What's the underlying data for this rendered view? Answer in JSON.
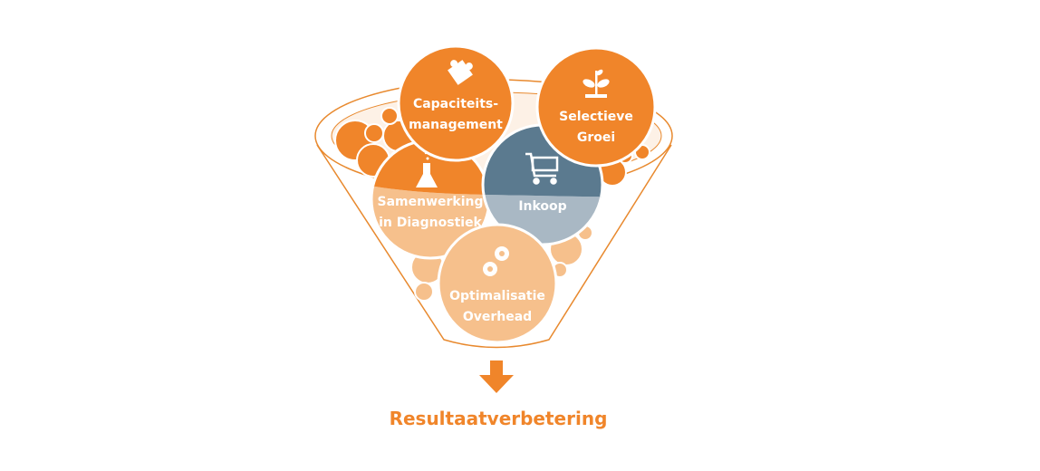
{
  "diagram": {
    "funnel_items": [
      {
        "id": "capaciteit",
        "lines": [
          "Capaciteits-",
          "management"
        ],
        "icon": "puzzle-icon"
      },
      {
        "id": "groei",
        "lines": [
          "Selectieve",
          "Groei"
        ],
        "icon": "plant-icon"
      },
      {
        "id": "inkoop",
        "lines": [
          "Inkoop"
        ],
        "icon": "shopping-cart-icon"
      },
      {
        "id": "diagnostiek",
        "lines": [
          "Samenwerking",
          "in Diagnostiek"
        ],
        "icon": "flask-icon"
      },
      {
        "id": "overhead",
        "lines": [
          "Optimalisatie",
          "Overhead"
        ],
        "icon": "gears-icon"
      }
    ],
    "output_arrow_icon": "arrow-down-icon",
    "result_label": "Resultaatverbetering"
  },
  "colors": {
    "orange": "#f0852a",
    "pale_orange": "#f6c08c",
    "slate": "#5b7a8f",
    "pale_slate": "#a9b8c4",
    "outline": "#e8892e"
  }
}
